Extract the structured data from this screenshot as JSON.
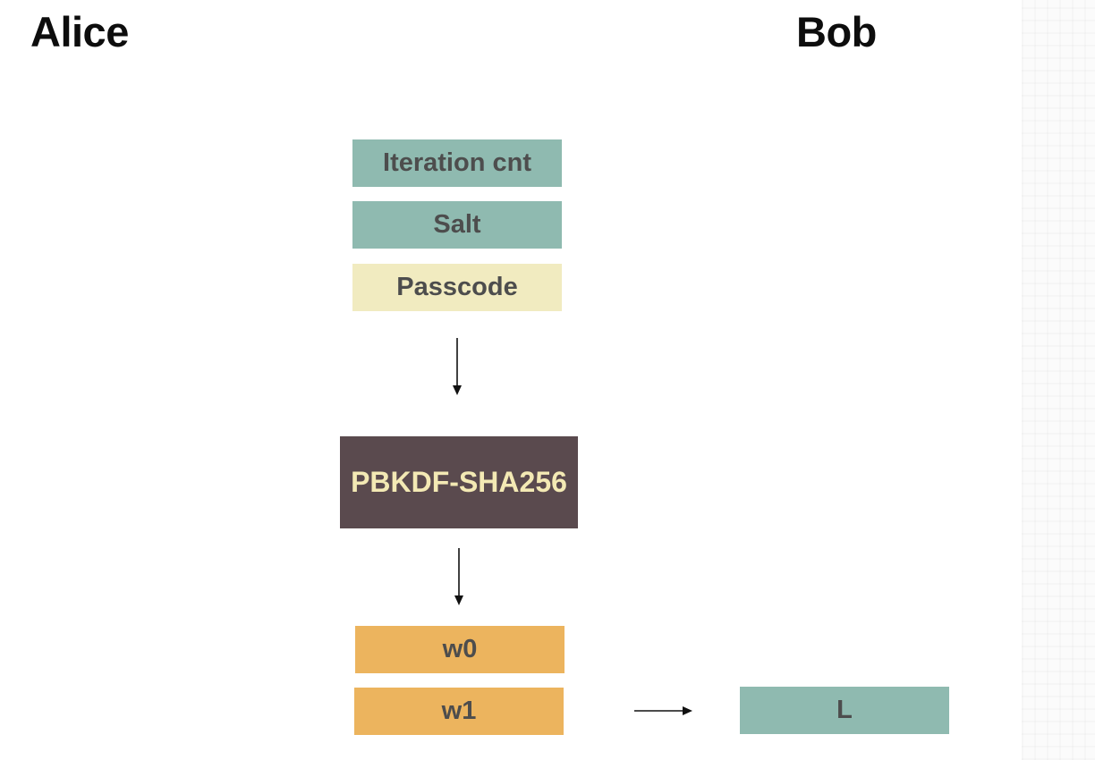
{
  "headings": {
    "left": "Alice",
    "right": "Bob"
  },
  "inputs": {
    "iteration_count": "Iteration cnt",
    "salt": "Salt",
    "passcode": "Passcode"
  },
  "function": {
    "label": "PBKDF-SHA256"
  },
  "outputs": {
    "w0": "w0",
    "w1": "w1"
  },
  "bob_value": {
    "label": "L"
  },
  "colors": {
    "teal": "#8fbab0",
    "cream": "#f1ebc0",
    "orange": "#ecb45e",
    "dark": "#5a4a4e",
    "dark_text": "#f3e9b4",
    "box_text": "#4d4d4d"
  }
}
